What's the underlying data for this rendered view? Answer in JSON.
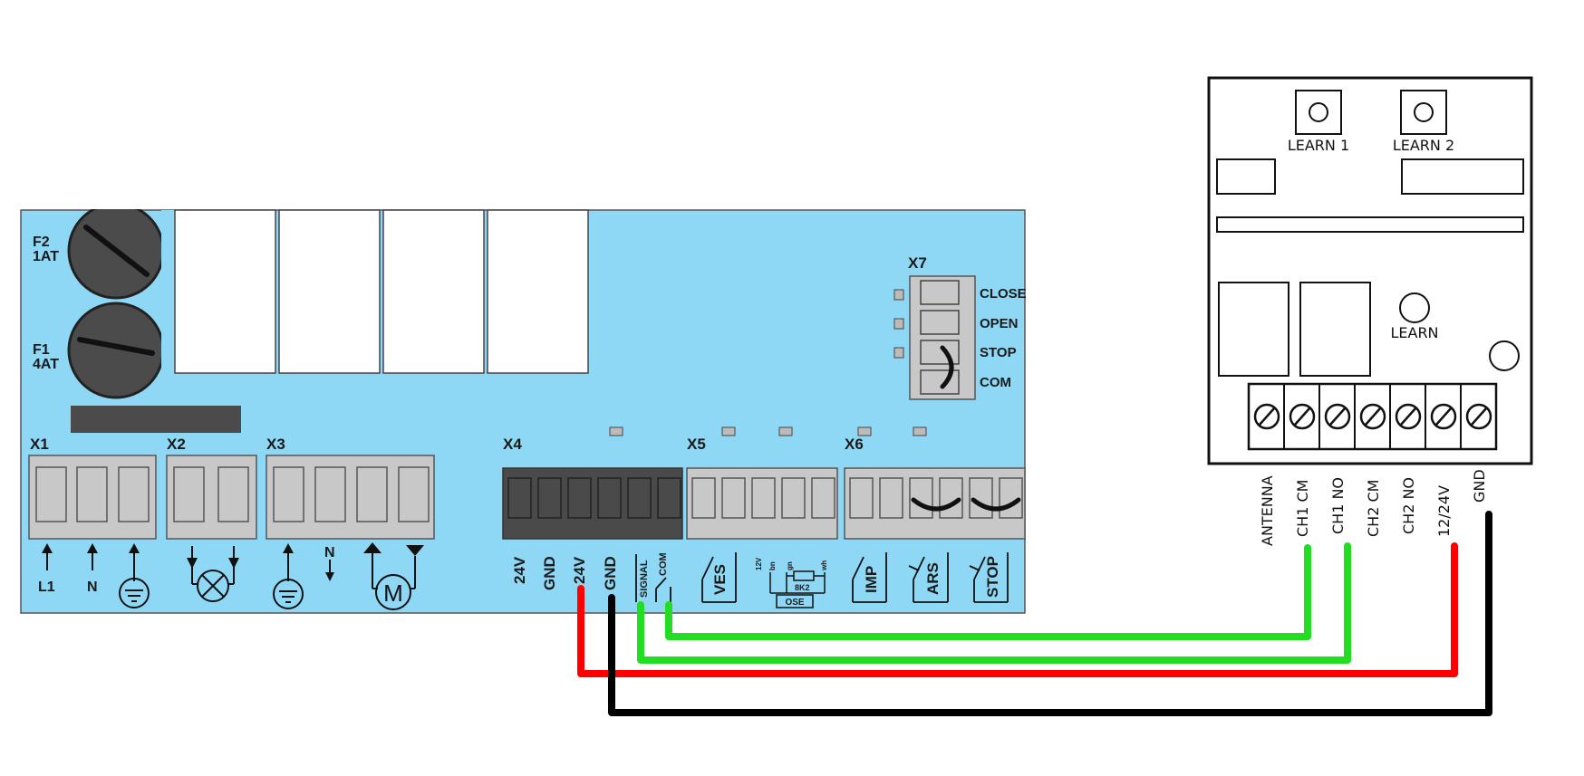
{
  "control_board": {
    "fuses": [
      {
        "name": "F2",
        "rating": "1AT"
      },
      {
        "name": "F1",
        "rating": "4AT"
      }
    ],
    "connectors": {
      "x1": {
        "title": "X1",
        "labels": [
          "L1",
          "N"
        ],
        "icons": [
          "arrow-up-icon",
          "earth-icon"
        ]
      },
      "x2": {
        "title": "X2",
        "icons": [
          "lamp-icon"
        ]
      },
      "x3": {
        "title": "X3",
        "labels": [
          "N"
        ],
        "icons": [
          "earth-icon",
          "motor-icon"
        ],
        "motor_symbol": "M"
      },
      "x4": {
        "title": "X4",
        "labels": [
          "24V",
          "GND",
          "24V",
          "GND",
          "SIGNAL",
          "COM"
        ]
      },
      "x5": {
        "title": "X5",
        "labels": [
          "VES"
        ],
        "ose_label": "OSE",
        "ose_pins": [
          "12V",
          "bn",
          "gn",
          "wh"
        ],
        "resistor": "8K2"
      },
      "x6": {
        "title": "X6",
        "labels": [
          "IMP",
          "ARS",
          "STOP"
        ]
      },
      "x7": {
        "title": "X7",
        "labels": [
          "CLOSE",
          "OPEN",
          "STOP",
          "COM"
        ]
      }
    }
  },
  "receiver": {
    "buttons": [
      "LEARN 1",
      "LEARN 2",
      "LEARN"
    ],
    "terminals": [
      "ANTENNA",
      "CH1 CM",
      "CH1 NO",
      "CH2 CM",
      "CH2 NO",
      "12/24V",
      "GND"
    ]
  },
  "wires": [
    {
      "from": "X4 24V",
      "to": "12/24V",
      "color": "#ff0000"
    },
    {
      "from": "X4 GND",
      "to": "GND",
      "color": "#000000"
    },
    {
      "from": "X4 SIGNAL",
      "to": "CH1 NO",
      "color": "#22dd22"
    },
    {
      "from": "X4 COM",
      "to": "CH1 CM",
      "color": "#22dd22"
    }
  ],
  "colors": {
    "board": "#8fd8f5",
    "terminal": "#c8c8c8",
    "terminal_dark": "#4a4a4a"
  }
}
